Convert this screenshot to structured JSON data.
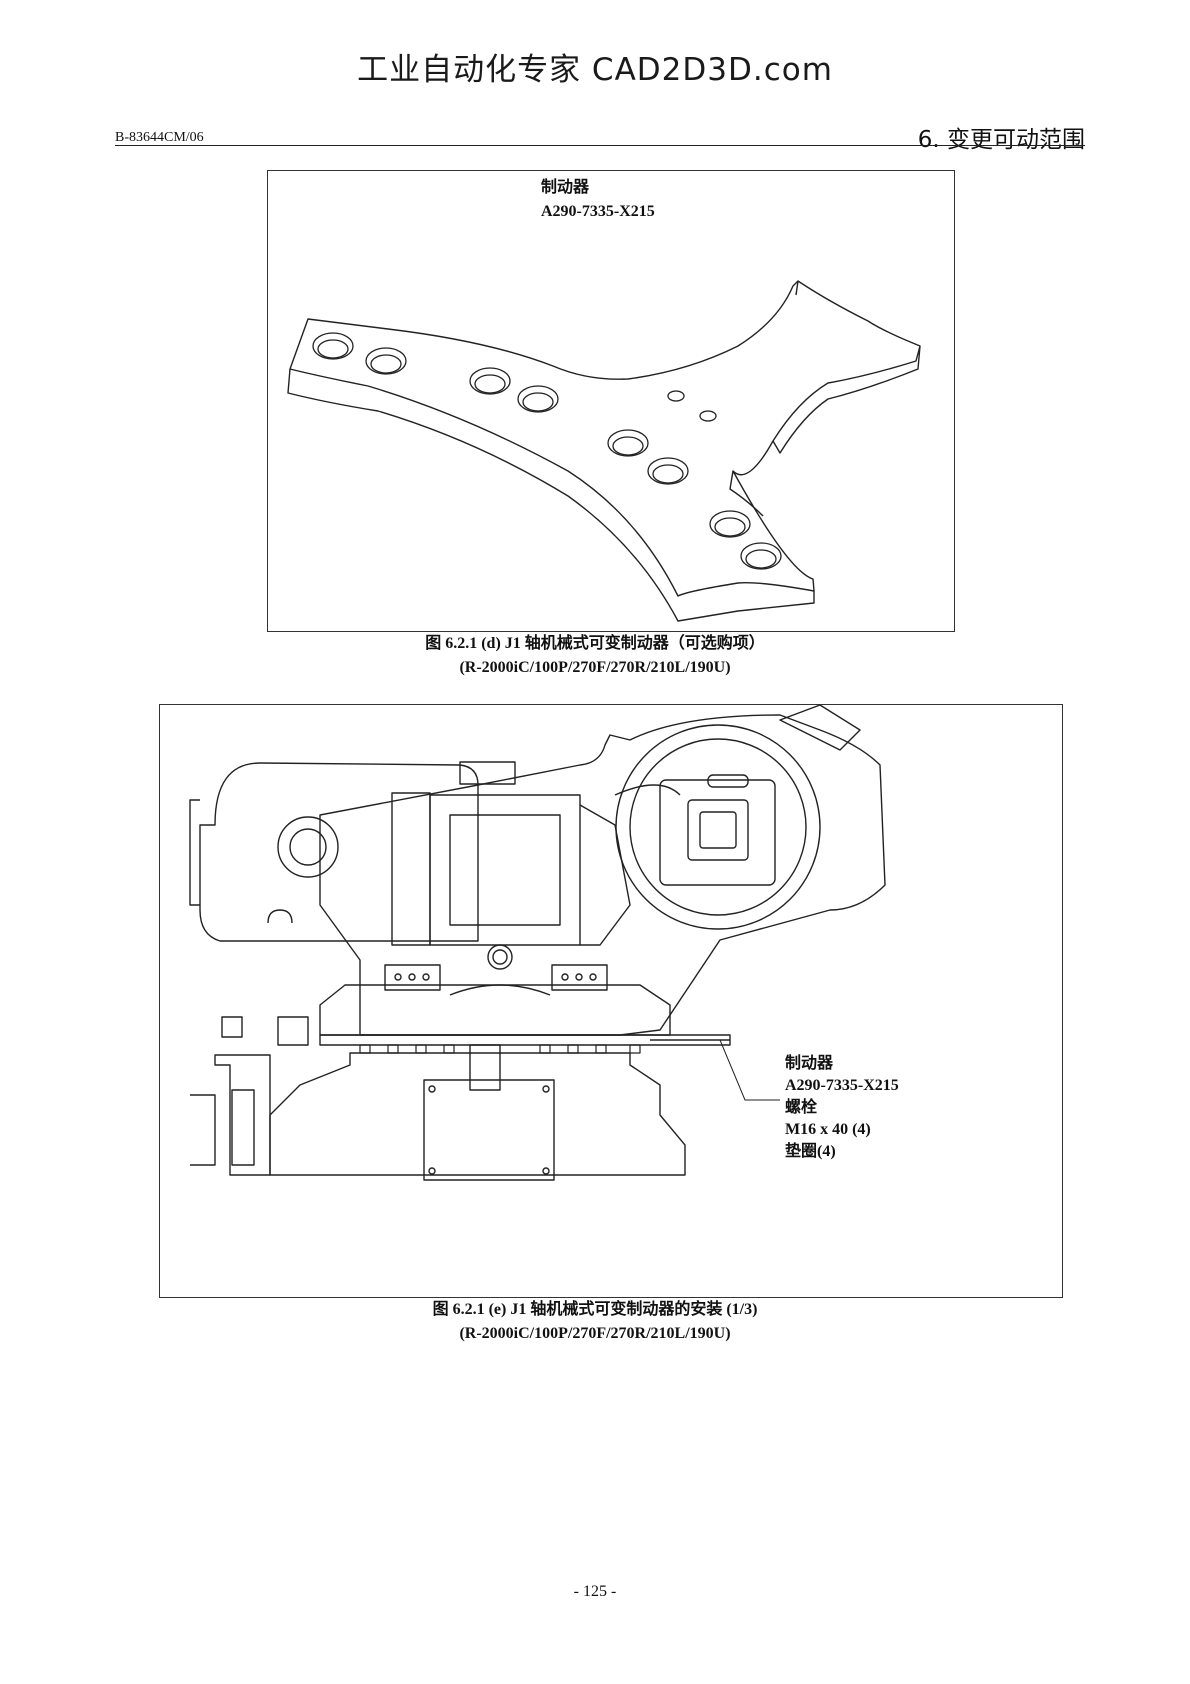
{
  "watermark": "工业自动化专家 CAD2D3D.com",
  "header": {
    "doc_code": "B-83644CM/06",
    "chapter": "6. 变更可动范围"
  },
  "figure_d": {
    "part_name": "制动器",
    "part_number": "A290-7335-X215",
    "caption_line1": "图 6.2.1 (d) J1 轴机械式可变制动器（可选购项）",
    "caption_line2": "(R-2000iC/100P/270F/270R/210L/190U)"
  },
  "figure_e": {
    "labels": [
      "制动器",
      "A290-7335-X215",
      "螺栓",
      "M16 x 40 (4)",
      "垫圈(4)"
    ],
    "caption_line1": "图 6.2.1 (e) J1 轴机械式可变制动器的安装 (1/3)",
    "caption_line2": "(R-2000iC/100P/270F/270R/210L/190U)"
  },
  "page_number": "- 125 -"
}
